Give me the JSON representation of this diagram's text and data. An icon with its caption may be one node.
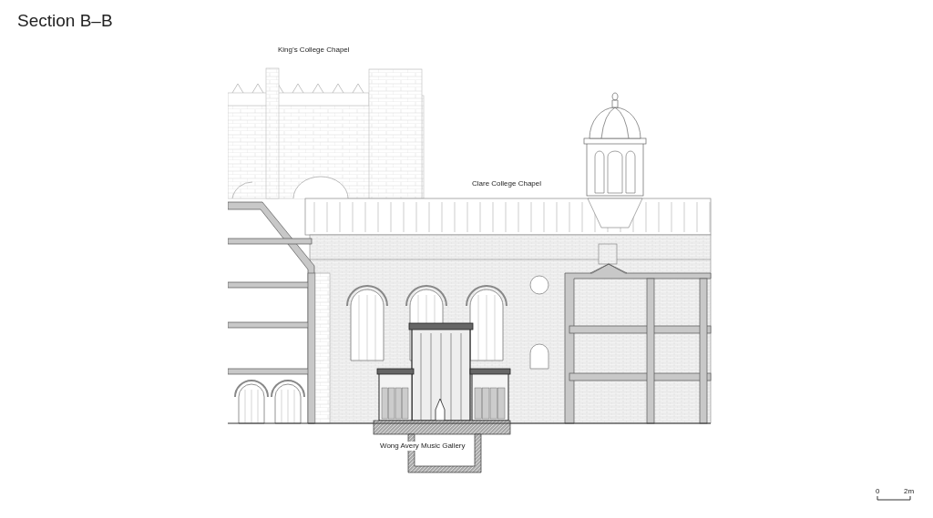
{
  "diagram": {
    "title": "Section B–B",
    "labels": [
      "King’s College Chapel",
      "Clare College Chapel",
      "Wong Avery Music Gallery",
      "0",
      "2m"
    ]
  }
}
